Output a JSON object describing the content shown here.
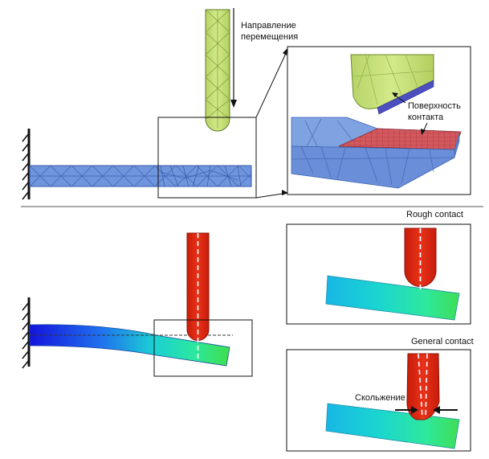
{
  "labels": {
    "movement_direction_line1": "Направление",
    "movement_direction_line2": "перемещения",
    "contact_surface_line1": "Поверхность",
    "contact_surface_line2": "контакта",
    "rough_contact": "Rough contact",
    "general_contact": "General contact",
    "sliding": "Скольжение"
  },
  "colors": {
    "mesh_blue": "#6f95dc",
    "indenter_green": "#c9e27a",
    "contact_red": "#d2585c",
    "result_red": "#e12a12",
    "beam_gradient": [
      "#1616e0",
      "#1e7ff0",
      "#19d7d2",
      "#2ee89a",
      "#3ae04f"
    ]
  }
}
